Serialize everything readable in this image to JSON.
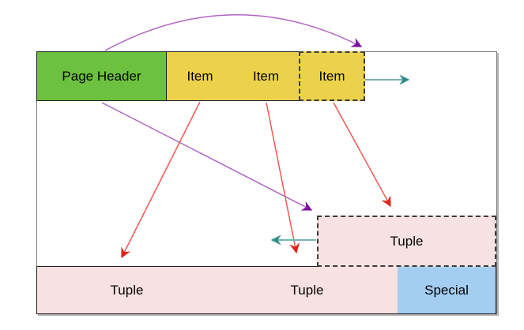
{
  "figure": {
    "type": "diagram",
    "description": "Page layout diagram: page header with item pointers referencing tuples and a special area"
  },
  "boxes": {
    "page_header": {
      "label": "Page Header",
      "fill": "#6cc23e"
    },
    "item1": {
      "label": "Item",
      "fill": "#ecd24a"
    },
    "item2": {
      "label": "Item",
      "fill": "#ecd24a"
    },
    "item3": {
      "label": "Item",
      "fill": "#ecd24a",
      "border_style": "dashed"
    },
    "tuple_new": {
      "label": "Tuple",
      "fill": "#f8e1e1",
      "border_style": "dashed"
    },
    "tuple1": {
      "label": "Tuple",
      "fill": "#f8e1e1"
    },
    "tuple2": {
      "label": "Tuple",
      "fill": "#f8e1e1"
    },
    "special": {
      "label": "Special",
      "fill": "#a4cdf2"
    }
  },
  "colors": {
    "purple_line": "#b065c4",
    "purple_head": "#7a10a0",
    "red_line": "#f05a50",
    "red_head": "#e0241a",
    "teal_line": "#79b3b0",
    "teal_head": "#2f8d89",
    "box_border": "#1f1f1f",
    "outer_border": "#7a7a7a",
    "background": "#ffffff"
  },
  "arrows": [
    {
      "id": "header-to-item3-curve",
      "color": "purple",
      "from": "page-header",
      "to": "item-3"
    },
    {
      "id": "header-to-new-tuple",
      "color": "purple",
      "from": "page-header",
      "to": "unaligned-tuple"
    },
    {
      "id": "item1-to-tuple1",
      "color": "red",
      "from": "item-1",
      "to": "tuple-1"
    },
    {
      "id": "item2-to-free-space",
      "color": "red",
      "from": "item-2",
      "to": "free-space-edge"
    },
    {
      "id": "item3-to-new-tuple",
      "color": "red",
      "from": "item-3",
      "to": "unaligned-tuple"
    },
    {
      "id": "item3-rightward",
      "color": "teal",
      "from": "item-3",
      "to": "right"
    },
    {
      "id": "new-tuple-leftward",
      "color": "teal",
      "from": "unaligned-tuple",
      "to": "left"
    }
  ]
}
